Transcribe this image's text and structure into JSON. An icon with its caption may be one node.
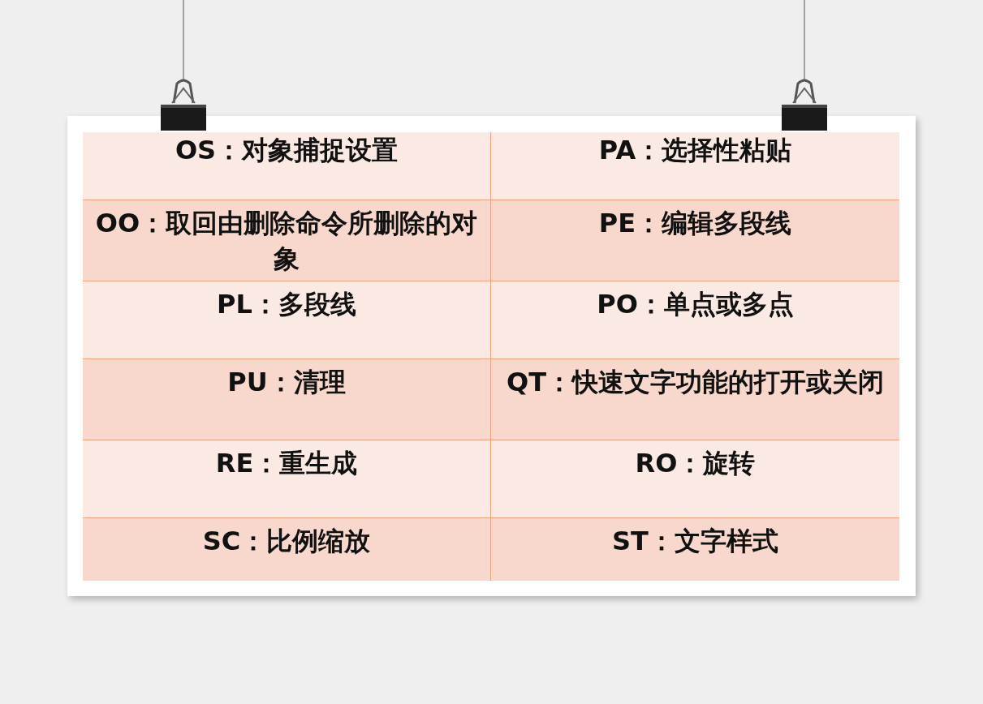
{
  "diagram": {
    "labels": [
      "OS：对象捕捉设置",
      "PA：选择性粘贴",
      "OO：取回由删除命令所删除的对象",
      "PE：编辑多段线",
      "PL：多段线",
      "PO：单点或多点",
      "PU：清理",
      "QT：快速文字功能的打开或关闭",
      "RE：重生成",
      "RO：旋转",
      "SC：比例缩放",
      "ST：文字样式"
    ]
  }
}
